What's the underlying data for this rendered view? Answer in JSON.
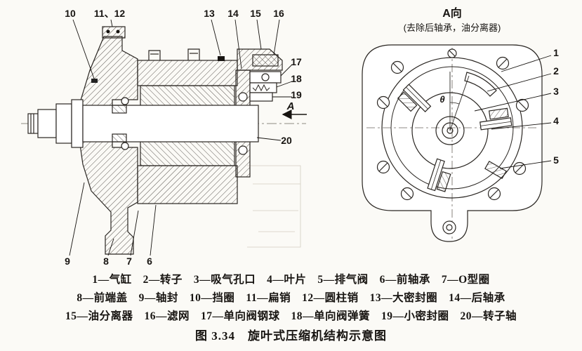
{
  "figure": {
    "cross_section": {
      "callouts": {
        "c10": "10",
        "c11_12": "11、12",
        "c13": "13",
        "c14": "14",
        "c15": "15",
        "c16": "16",
        "c17": "17",
        "c18": "18",
        "c19": "19",
        "cA": "A",
        "c20": "20",
        "c9": "9",
        "c8": "8",
        "c7": "7",
        "c6": "6"
      }
    },
    "end_view": {
      "view_label": "A向",
      "note": "(去除后轴承，油分离器)",
      "theta": "θ",
      "callouts": {
        "c1": "1",
        "c2": "2",
        "c3": "3",
        "c4": "4",
        "c5": "5"
      }
    }
  },
  "legend": {
    "line1": "1—气缸　2—转子　3—吸气孔口　4—叶片　5—排气阀　6—前轴承　7—O型圈",
    "line2": "8—前端盖　9—轴封　10—挡圈　11—扁销　12—圆柱销　13—大密封圈　14—后轴承",
    "line3": "15—油分离器　16—滤网　17—单向阀钢球　18—单向阀弹簧　19—小密封圈　20—转子轴",
    "title": "图 3.34　旋叶式压缩机结构示意图"
  }
}
